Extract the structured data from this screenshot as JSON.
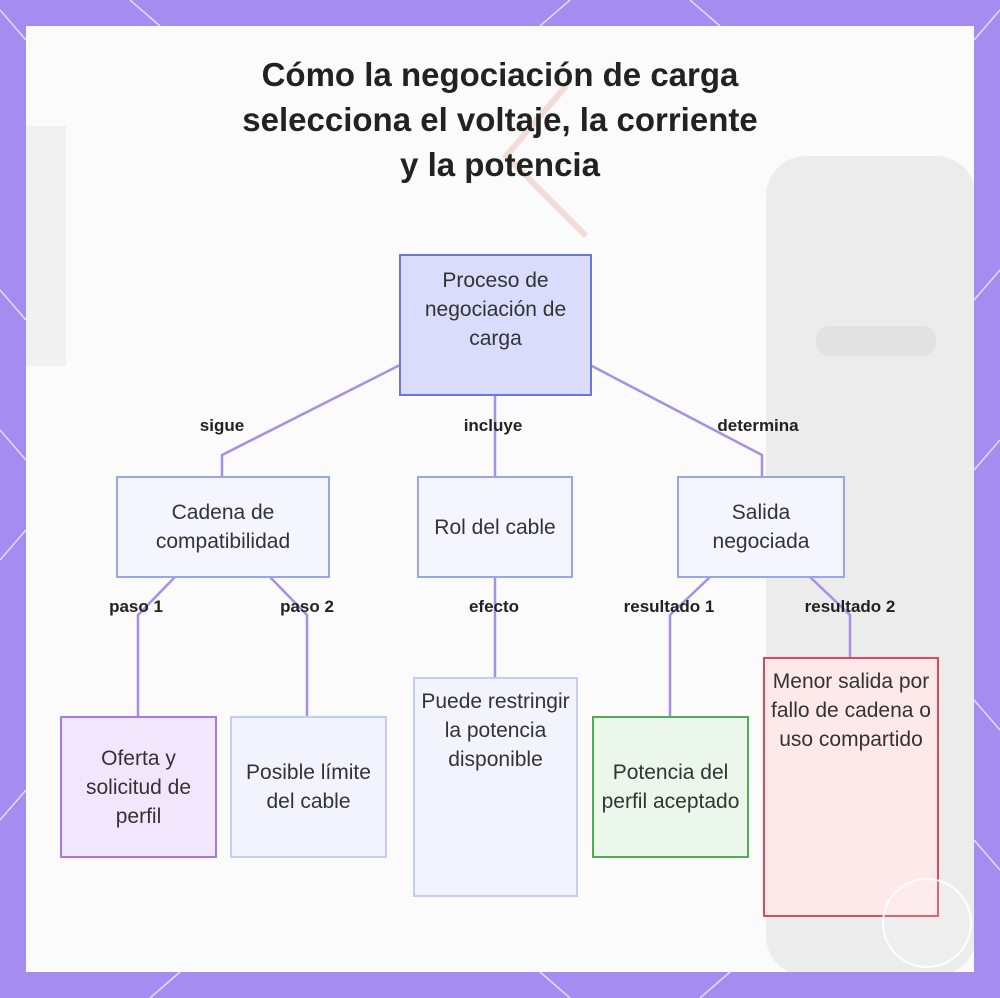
{
  "title": {
    "line1": "Cómo la negociación de carga",
    "line2": "selecciona el voltaje, la corriente",
    "line3": "y la potencia"
  },
  "nodes": {
    "process": "Proceso de negociación de carga",
    "chain": "Cadena de compatibilidad",
    "cable_role": "Rol del cable",
    "output": "Salida negociada",
    "offer": "Oferta y solicitud de perfil",
    "limit": "Posible límite del cable",
    "restrict": "Puede restringir la potencia disponible",
    "accepted": "Potencia del perfil aceptado",
    "lower": "Menor salida por fallo de cadena o uso compartido"
  },
  "edges": {
    "sigue": "sigue",
    "incluye": "incluye",
    "determina": "determina",
    "paso1": "paso 1",
    "paso2": "paso 2",
    "efecto": "efecto",
    "resultado1": "resultado 1",
    "resultado2": "resultado 2"
  },
  "colors": {
    "frame": "#a58cf0",
    "connector": "#a98ee6",
    "top_node_fill": "#d9dcfb",
    "purple_node": "#a778e8",
    "green_node": "#4caf50",
    "red_node": "#d94a5c"
  },
  "icons": {
    "badge": "watermark-circle-icon"
  }
}
